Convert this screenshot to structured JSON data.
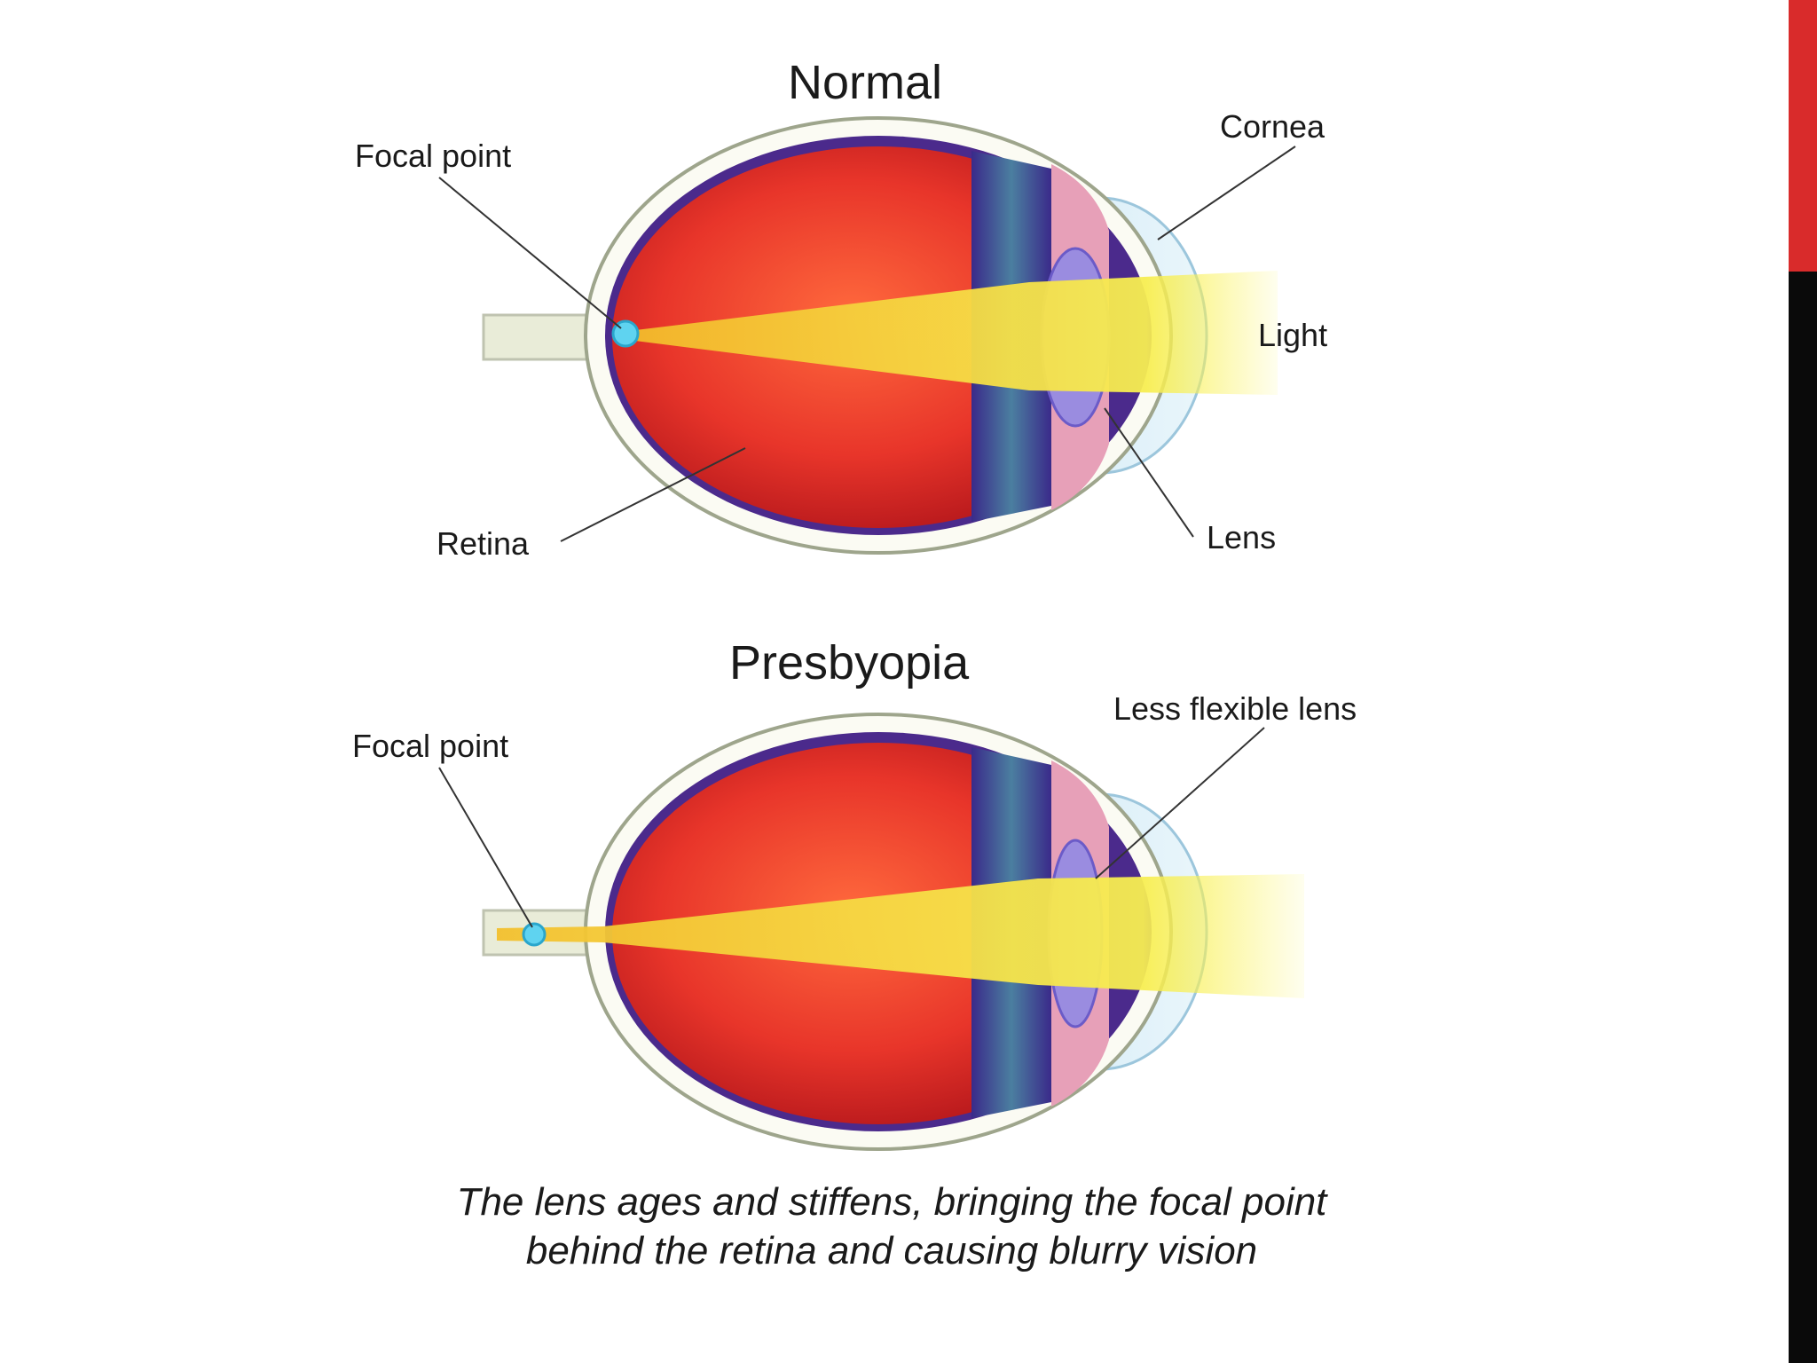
{
  "figure": {
    "normal": {
      "title": "Normal",
      "labels": {
        "focal_point": "Focal point",
        "cornea": "Cornea",
        "light": "Light",
        "retina": "Retina",
        "lens": "Lens"
      }
    },
    "presbyopia": {
      "title": "Presbyopia",
      "labels": {
        "focal_point": "Focal point",
        "less_flexible_lens": "Less flexible lens"
      }
    },
    "caption": {
      "line1": "The lens ages and stiffens, bringing the focal point",
      "line2": "behind the retina and causing blurry vision"
    }
  },
  "colors": {
    "accent_red": "#d92b2b",
    "accent_black": "#0a0a0a",
    "eye_red": "#e8352a",
    "light_yellow": "#f5e63a",
    "focal_cyan": "#5fd3f0"
  }
}
